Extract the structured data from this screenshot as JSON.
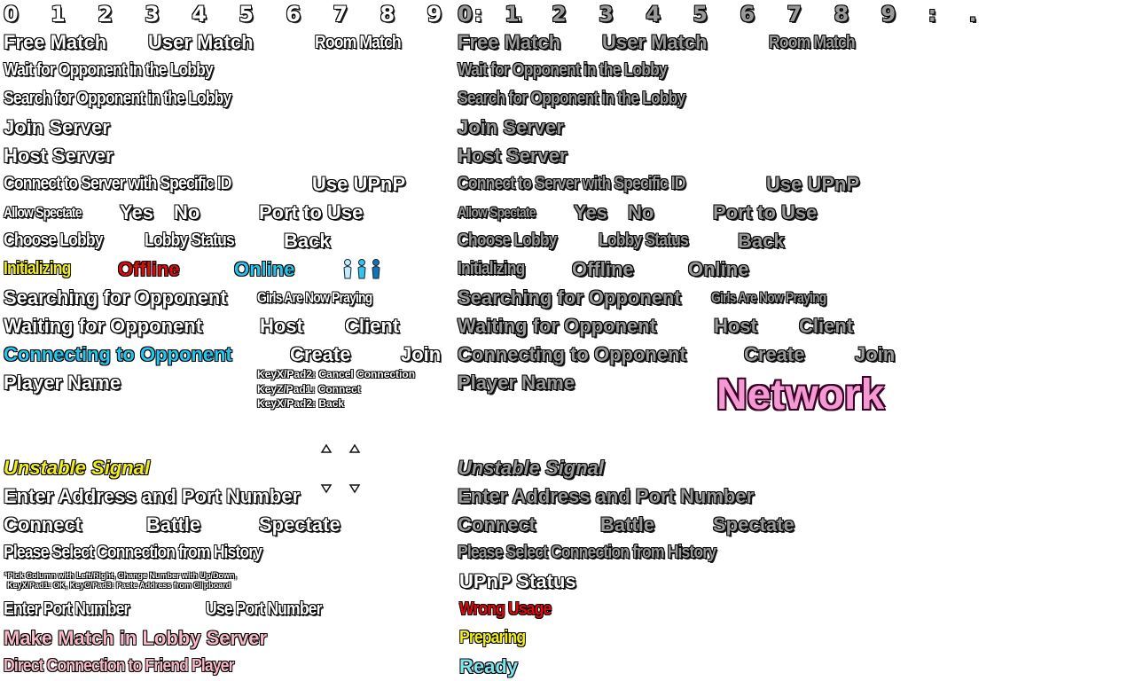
{
  "left": {
    "digits": "0 1 2 3 4 5 6 7 8 9 : .",
    "free_match": "Free Match",
    "user_match": "User Match",
    "room_match": "Room Match",
    "wait_lobby": "Wait for Opponent in the Lobby",
    "search_lobby": "Search for Opponent in the Lobby",
    "join_server": "Join Server",
    "host_server": "Host Server",
    "connect_specific": "Connect to Server with Specific ID",
    "use_upnp": "Use UPnP",
    "allow_spectate": "Allow Spectate",
    "yes": "Yes",
    "no": "No",
    "port_to_use": "Port to Use",
    "choose_lobby": "Choose Lobby",
    "lobby_status": "Lobby Status",
    "back": "Back",
    "initializing": "Initializing",
    "offline": "Offline",
    "online": "Online",
    "searching": "Searching for Opponent",
    "praying": "Girls Are Now Praying",
    "waiting": "Waiting for Opponent",
    "host": "Host",
    "client": "Client",
    "connecting": "Connecting to Opponent",
    "create": "Create",
    "join": "Join",
    "player_name": "Player Name",
    "key_cancel": "KeyX/Pad2: Cancel Connection",
    "key_connect": "KeyZ/Pad1: Connect",
    "key_back": "KeyX/Pad2: Back",
    "unstable": "Unstable Signal",
    "enter_address": "Enter Address and Port Number",
    "connect": "Connect",
    "battle": "Battle",
    "spectate": "Spectate",
    "select_history": "Please Select Connection from History",
    "hint1": "*Pick Column with Left/Right,  Change Number with Up/Down,",
    "hint2": "KeyX/Pad1: OK, KeyC/Pad3: Paste Address from Clipboard",
    "enter_port": "Enter Port Number",
    "use_port": "Use Port Number",
    "make_match": "Make Match in Lobby Server",
    "direct_conn": "Direct Connection to Friend Player"
  },
  "right": {
    "digits": "0 1 2 3 4 5 6 7 8 9 : .",
    "free_match": "Free Match",
    "user_match": "User Match",
    "room_match": "Room Match",
    "wait_lobby": "Wait for Opponent in the Lobby",
    "search_lobby": "Search for Opponent in the Lobby",
    "join_server": "Join Server",
    "host_server": "Host Server",
    "connect_specific": "Connect to Server with Specific ID",
    "use_upnp": "Use UPnP",
    "allow_spectate": "Allow Spectate",
    "yes": "Yes",
    "no": "No",
    "port_to_use": "Port to Use",
    "choose_lobby": "Choose Lobby",
    "lobby_status": "Lobby Status",
    "back": "Back",
    "initializing": "Initializing",
    "offline": "Offline",
    "online": "Online",
    "searching": "Searching for Opponent",
    "praying": "Girls Are Now Praying",
    "waiting": "Waiting for Opponent",
    "host": "Host",
    "client": "Client",
    "connecting": "Connecting to Opponent",
    "create": "Create",
    "join": "Join",
    "player_name": "Player Name",
    "network": "Network",
    "unstable": "Unstable Signal",
    "enter_address": "Enter Address and Port Number",
    "connect": "Connect",
    "battle": "Battle",
    "spectate": "Spectate",
    "select_history": "Please Select Connection from History",
    "upnp_status": "UPnP Status",
    "wrong_usage": "Wrong Usage",
    "preparing": "Preparing",
    "ready": "Ready"
  },
  "colors": {
    "white": "#ffffff",
    "grey": "#9a9a9a",
    "yellow": "#f2ee1a",
    "red": "#e00a0a",
    "cyan": "#22c7ef",
    "pink": "#f7b9c8",
    "network_pink": "#f49ad2"
  },
  "icons": {
    "arrows": [
      "arrow-up-icon",
      "arrow-up-icon",
      "arrow-down-icon",
      "arrow-down-icon"
    ],
    "players": [
      "player-idle-icon",
      "player-active-icon",
      "player-connected-icon"
    ]
  }
}
